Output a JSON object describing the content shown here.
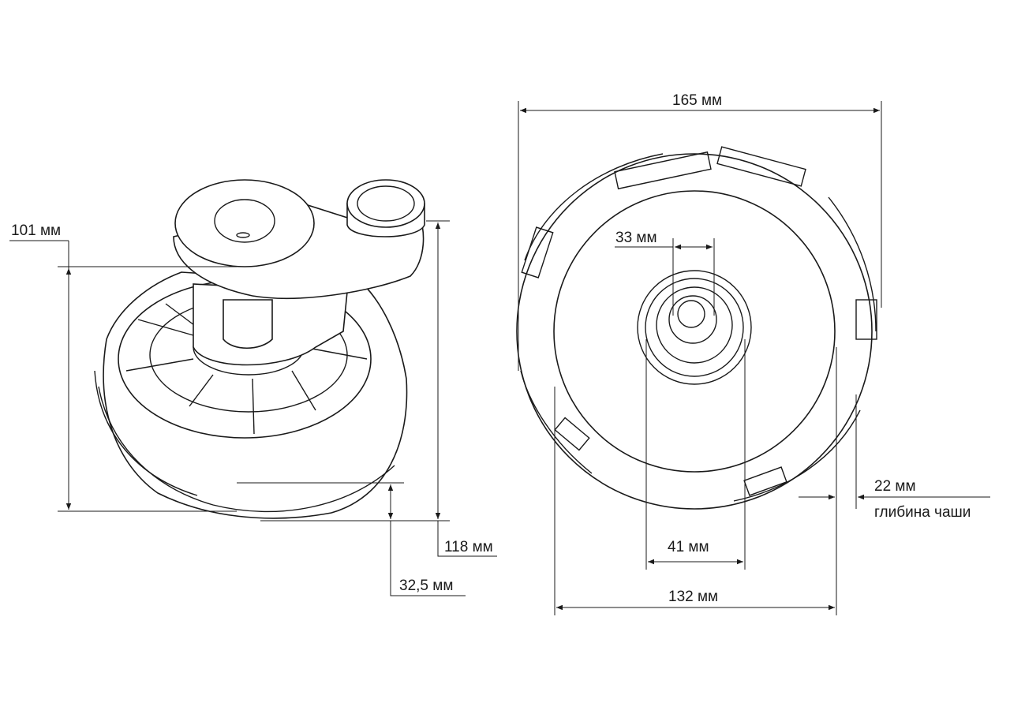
{
  "dimensions": {
    "height_total": "101 мм",
    "height_with_spout": "118 мм",
    "base_height": "32,5 мм",
    "outer_diameter": "165 мм",
    "inner_hole": "33 мм",
    "center_ring": "41 мм",
    "bowl_diameter": "132 мм",
    "bowl_depth": "22 мм",
    "bowl_depth_label": "глибина чаши"
  },
  "colors": {
    "line": "#1a1a1a",
    "background": "#ffffff"
  }
}
